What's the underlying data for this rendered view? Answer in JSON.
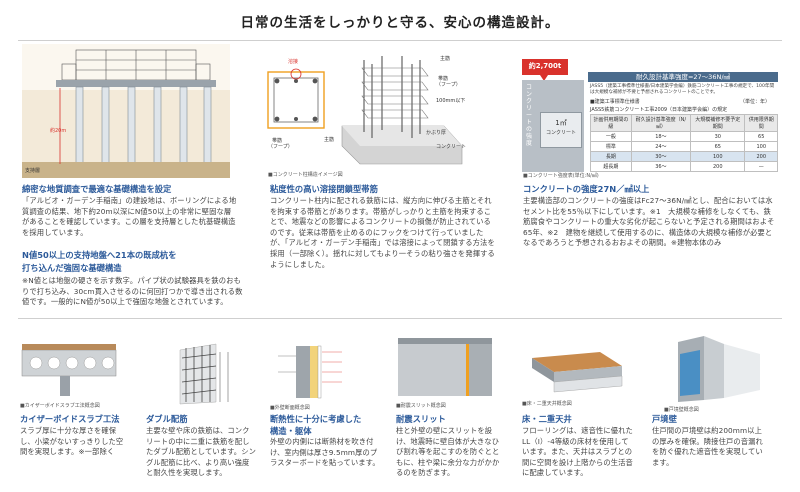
{
  "title": "日常の生活をしっかりと守る、安心の構造設計。",
  "top": [
    {
      "heading": "綿密な地質調査で最適な基礎構造を設定",
      "body": "「アルビオ・ガーデン手稲南」の建設地は、ボーリングによる地質調査の結果、地下約20m以深にN値50以上の非常に堅固な層があることを確認しています。この層を支持層とした杭基礎構造を採用しています。",
      "heading2_l1": "N値50以上の支持地盤へ21本の既成杭を",
      "heading2_l2": "打ち込んだ強固な基礎構造",
      "body2": "※N値とは地盤の硬さを示す数字。パイプ状の試験器具を鉄のおもりで打ち込み、30cm貫入させるのに何回打つかで導き出される数値です。一般的にN値が50以上で強固な地盤とされています。",
      "fig_depth": "約20m",
      "fig_layer": "支持層"
    },
    {
      "heading": "粘度性の高い溶接閉鎖型帯筋",
      "body": "コンクリート柱内に配される鉄筋には、縦方向に伸びる主筋とそれを拘束する帯筋とがあります。帯筋がしっかりと主筋を拘束することで、地震などの影響によるコンクリートの損傷が防止されているのです。従来は帯筋を止めるのにフックをつけて行っていましたが、「アルビオ・ガーデン手稲南」では溶接によって閉鎖する方法を採用（一部除く）。揺れに対してもより一そうの粘り強さを発揮するようにしました。",
      "caption": "■コンクリート柱構造イメージ図",
      "fig_weld": "溶接",
      "fig_main": "主筋",
      "fig_tie": "帯筋\n（フープ）",
      "fig_main2": "主筋",
      "fig_tie2": "帯筋\n（フープ）",
      "fig_spacing": "100mm以下",
      "fig_cover": "かぶり厚",
      "fig_concrete": "コンクリート"
    },
    {
      "heading": "コンクリートの強度27N／㎟以上",
      "body": "主要構造部のコンクリートの強度はFc27〜36N/㎟とし、配合においては水セメント比を55％以下にしています。※1　大規模な補修をしなくても、鉄筋腐食やコンクリートの重大な劣化が起こらないと予定される期間はおよそ65年、※2　建物を継続して使用するのに、構造体の大規模な補修が必要となるであろうと予想されるおおよその期間。※建物本体のみ",
      "caption": "■コンクリート強度表(単位:N/㎟)",
      "badge": "約2,700t",
      "vertical": "コンクリートの強度",
      "block_top": "1㎡",
      "block_bot": "コンクリート",
      "bar": "耐久設計基準強度=27〜36N/㎟",
      "note": "JASS5（建築工事標準仕様書/日本建築学会編）鉄筋コンクリート工事の規定で、100年間は大規模な補修が不要と予想されるコンクリートのことです。",
      "table_title": "■建築工事標準仕様書",
      "table_unit": "（単位：年）",
      "table_sub": "JASS5鉄筋コンクリート工事2009（日本建築学会編）の規定",
      "table_head": [
        "計画供用期間の級",
        "耐久設計基準強度（N/㎟）",
        "大規模補修不要予定期間",
        "供用限界期間"
      ],
      "table_rows": [
        [
          "一般",
          "18〜",
          "30",
          "65"
        ],
        [
          "標準",
          "24〜",
          "65",
          "100"
        ],
        [
          "長期",
          "30〜",
          "100",
          "200"
        ],
        [
          "超長期",
          "36〜",
          "200",
          "—"
        ]
      ]
    }
  ],
  "bottom": [
    {
      "heading": "カイザーボイドスラブ工法",
      "body": "スラブ厚に十分な厚さを確保し、小梁がないすっきりした空間を実現します。※一部除く",
      "caption": "■カイザーボイドスラブ工法概念図"
    },
    {
      "heading": "ダブル配筋",
      "body": "主要な壁や床の鉄筋は、コンクリートの中に二重に鉄筋を配したダブル配筋としています。シングル配筋に比べ、より高い強度と耐久性を実現します。",
      "caption": ""
    },
    {
      "heading_l1": "断熱性に十分に考慮した",
      "heading_l2": "構造・躯体",
      "body": "外壁の内側には断熱材を吹き付け、室内側は厚さ9.5mm厚のプラスターボードを貼っています。",
      "caption": "■外壁断面概念図"
    },
    {
      "heading": "耐震スリット",
      "body": "柱と外壁の壁にスリットを設け、地震時に壁自体が大きなひび割れ等を起こすのを防ぐとともに、柱や梁に余分な力がかかるのを防ぎます。",
      "caption": "■耐震スリット概念図"
    },
    {
      "heading": "床・二重天井",
      "body": "フローリングは、遮音性に優れたLL（Ⅰ）-4等級の床材を使用しています。また、天井はスラブとの間に空間を設け上階からの生活音に配慮しています。",
      "caption": "■床・二重天井概念図"
    },
    {
      "heading": "戸境壁",
      "body": "住戸間の戸境壁は約200mm以上の厚みを確保。隣接住戸の音漏れを防ぐ優れた遮音性を実現しています。",
      "caption": "■戸境壁概念図"
    }
  ],
  "colors": {
    "heading": "#2c5a9a",
    "accent": "#d9322c",
    "bar": "#4a6b8c"
  }
}
